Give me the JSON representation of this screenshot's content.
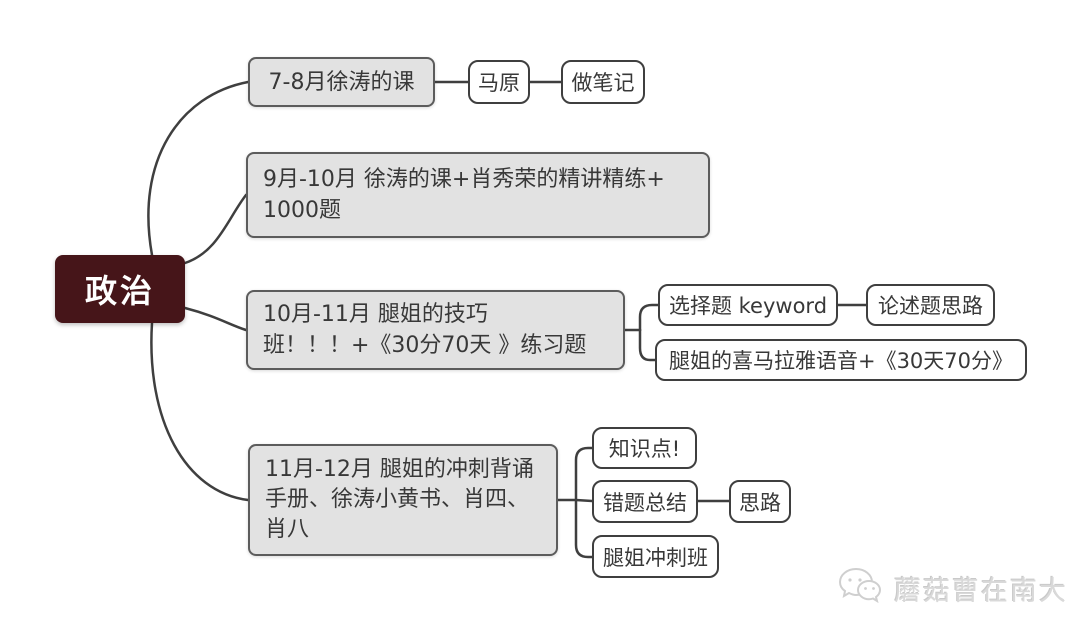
{
  "colors": {
    "root_bg": "#461519",
    "root_text": "#ffffff",
    "branch_fill": "#e2e2e2",
    "branch_border": "#5c5c5c",
    "leaf_fill": "#ffffff",
    "leaf_border": "#3f3f3f",
    "line": "#3f3f3f",
    "node_text": "#383838",
    "watermark_text_color": "#d9d9d9"
  },
  "root": {
    "label": "政治"
  },
  "branches": [
    {
      "label": "7-8月徐涛的课",
      "children": [
        {
          "label": "马原",
          "children": [
            {
              "label": "做笔记"
            }
          ]
        }
      ]
    },
    {
      "lines": [
        "9月-10月 徐涛的课+肖秀荣的精讲精练+",
        "1000题"
      ]
    },
    {
      "lines": [
        "10月-11月 腿姐的技巧",
        "班！！！+《30分70天 》练习题"
      ],
      "children": [
        {
          "label": "选择题 keyword",
          "children": [
            {
              "label": "论述题思路"
            }
          ]
        },
        {
          "label": "腿姐的喜马拉雅语音+《30天70分》"
        }
      ]
    },
    {
      "lines": [
        "11月-12月 腿姐的冲刺背诵",
        "手册、徐涛小黄书、肖四、",
        "肖八"
      ],
      "children": [
        {
          "label": "知识点!"
        },
        {
          "label": "错题总结",
          "children": [
            {
              "label": "思路"
            }
          ]
        },
        {
          "label": "腿姐冲刺班"
        }
      ]
    }
  ],
  "watermark": {
    "icon": "wechat-icon",
    "text": "蘑菇曹在南大"
  }
}
